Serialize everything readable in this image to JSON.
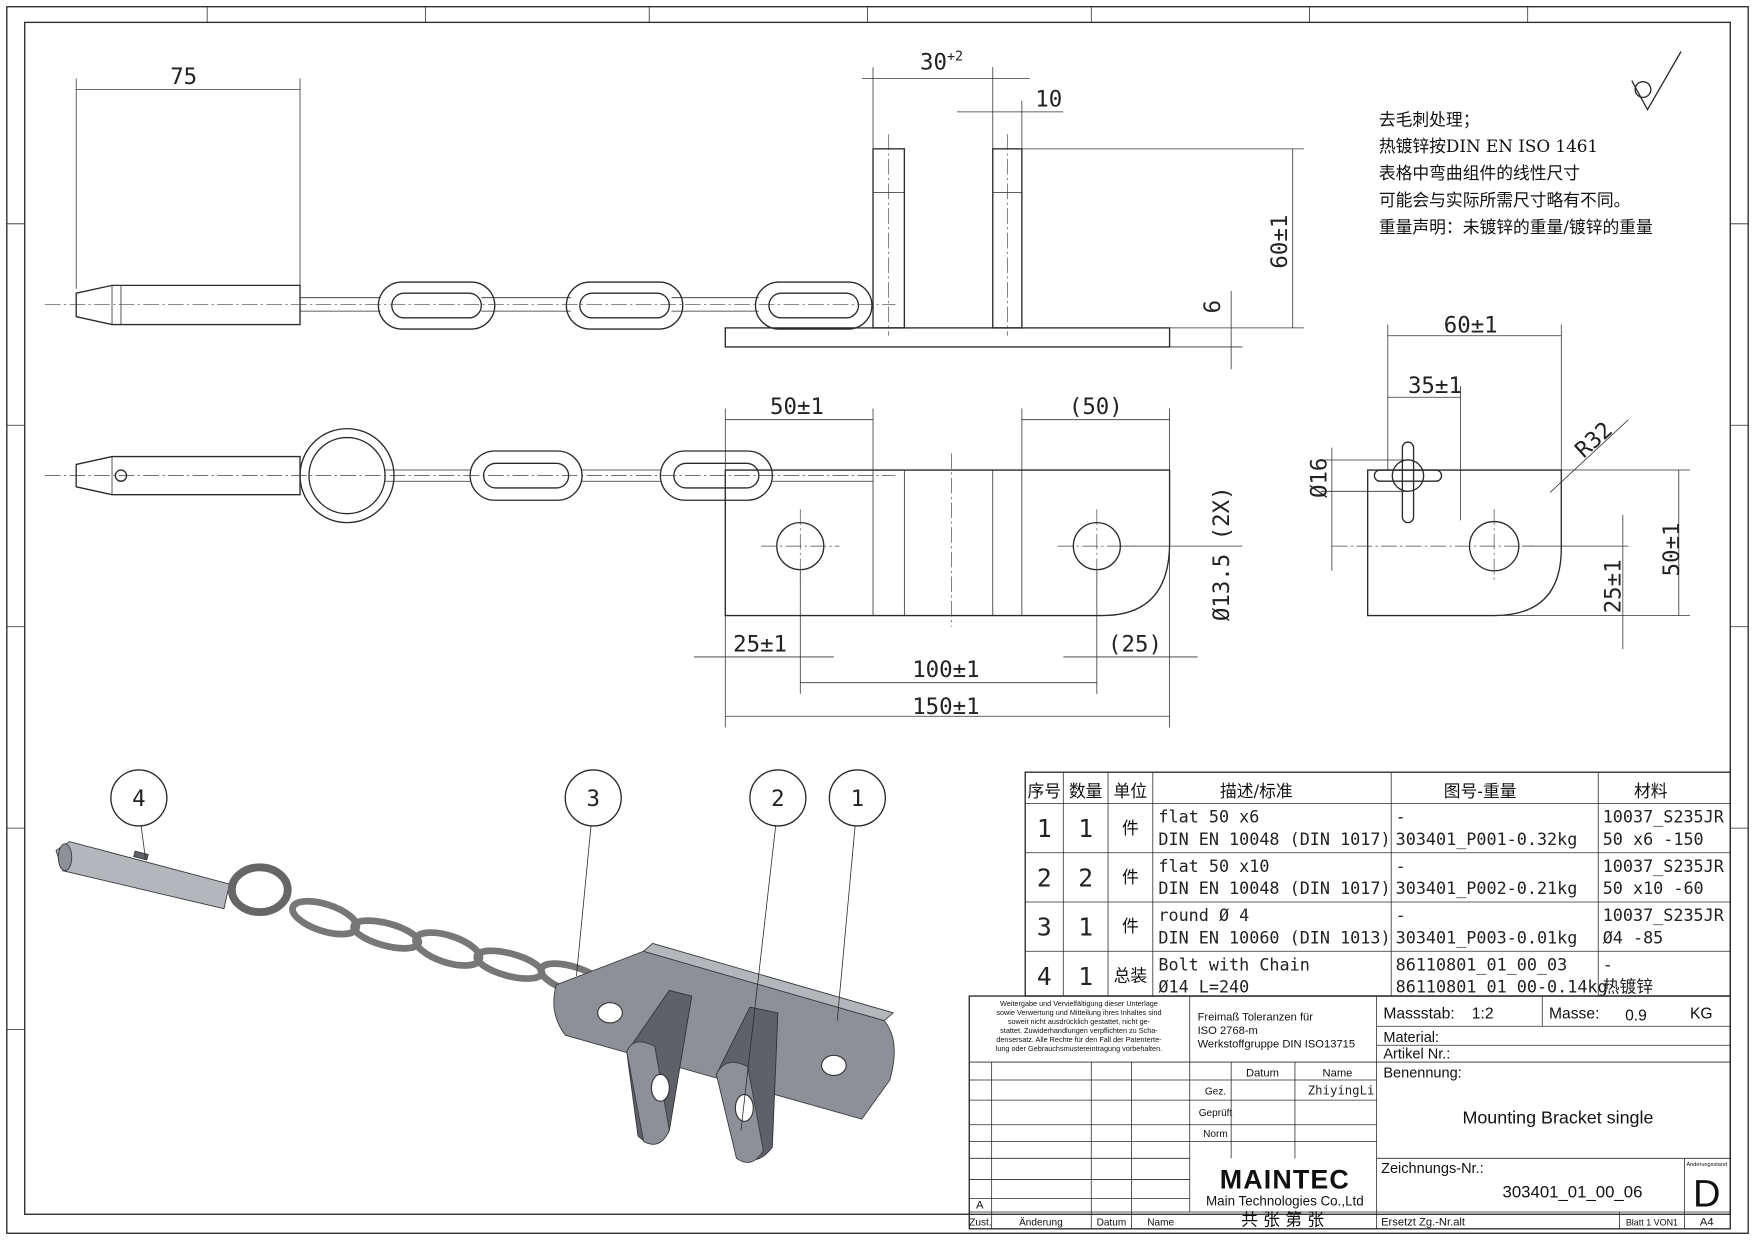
{
  "notes": {
    "lines": [
      "去毛刺处理；",
      "热镀锌按DIN EN ISO 1461",
      "表格中弯曲组件的线性尺寸",
      "可能会与实际所需尺寸略有不同。",
      "重量声明：未镀锌的重量/镀锌的重量"
    ]
  },
  "dimensions": {
    "d75": "75",
    "d30": "30",
    "d30_tol": "+2",
    "d10": "10",
    "d60v": "60±1",
    "d6": "6",
    "d50": "50±1",
    "d50ref": "(50)",
    "d25": "25±1",
    "d25ref": "(25)",
    "d100": "100±1",
    "d150": "150±1",
    "dhole": "Ø13.5 (2X)",
    "side_60": "60±1",
    "side_35": "35±1",
    "side_r32": "R32",
    "side_d16": "Ø16",
    "side_50": "50±1",
    "side_25": "25±1"
  },
  "balloons": [
    "4",
    "3",
    "2",
    "1"
  ],
  "parts_table": {
    "headers": [
      "序号",
      "数量",
      "单位",
      "描述/标准",
      "图号-重量",
      "材料"
    ],
    "rows": [
      {
        "no": "1",
        "qty": "1",
        "unit": "件",
        "desc1": "flat 50 x6",
        "desc2": "DIN EN 10048 (DIN 1017)",
        "dwg1": "-",
        "dwg2": "303401_P001-0.32kg",
        "mat1": "10037_S235JR",
        "mat2": "50 x6 -150"
      },
      {
        "no": "2",
        "qty": "2",
        "unit": "件",
        "desc1": "flat 50 x10",
        "desc2": "DIN EN 10048 (DIN 1017)",
        "dwg1": "-",
        "dwg2": "303401_P002-0.21kg",
        "mat1": "10037_S235JR",
        "mat2": "50 x10 -60"
      },
      {
        "no": "3",
        "qty": "1",
        "unit": "件",
        "desc1": "round Ø 4",
        "desc2": "DIN EN 10060 (DIN 1013)",
        "dwg1": "-",
        "dwg2": "303401_P003-0.01kg",
        "mat1": "10037_S235JR",
        "mat2": "Ø4 -85"
      },
      {
        "no": "4",
        "qty": "1",
        "unit": "总装",
        "desc1": "Bolt with Chain",
        "desc2": "Ø14 L=240",
        "dwg1": "86110801_01_00_03",
        "dwg2": "86110801_01_00-0.14kg",
        "mat1": "-",
        "mat2": "热镀锌"
      }
    ]
  },
  "title_block": {
    "copyright_lines": [
      "Weitergabe und Vervielfältigung dieser Unterlage",
      "sowie Verwertung und Mitteilung ihres Inhaltes sind",
      "soweit nicht ausdrücklich gestattet, nicht ge-",
      "stattet. Zuwiderhandlungen verpflichten zu Scha-",
      "densersatz. Alle Rechte für den Fall der Patenterte-",
      "lung oder Gebrauchsmustereintragung vorbehalten."
    ],
    "tolerance_lines": [
      "Freimaß Toleranzen für",
      "ISO 2768-m",
      "Werkstoffgruppe DIN ISO13715"
    ],
    "scale_label": "Massstab:",
    "scale_value": "1:2",
    "mass_label": "Masse:",
    "mass_value": "0.9",
    "mass_unit": "KG",
    "material_label": "Material:",
    "article_label": "Artikel Nr.:",
    "title_label": "Benennung:",
    "title": "Mounting Bracket single",
    "date_header": "Datum",
    "name_header": "Name",
    "drawn_label": "Gez.",
    "drawn_name": "ZhiyingLi",
    "checked_label": "Geprüft",
    "norm_label": "Norm",
    "rev_marker": "A",
    "logo": "MAINTEC",
    "company": "Main Technologies Co.,Ltd",
    "drawing_no_label": "Zeichnungs-Nr.:",
    "drawing_no": "303401_01_00_06",
    "revision_label": "Änderungsstand",
    "revision": "D",
    "col_zust": "Zust.",
    "col_change": "Änderung",
    "col_date": "Datum",
    "col_name": "Name",
    "sheets": "共  张  第  张",
    "replaces": "Ersetzt Zg.-Nr.alt",
    "sheet": "Blatt 1 VON1",
    "format": "A4"
  }
}
